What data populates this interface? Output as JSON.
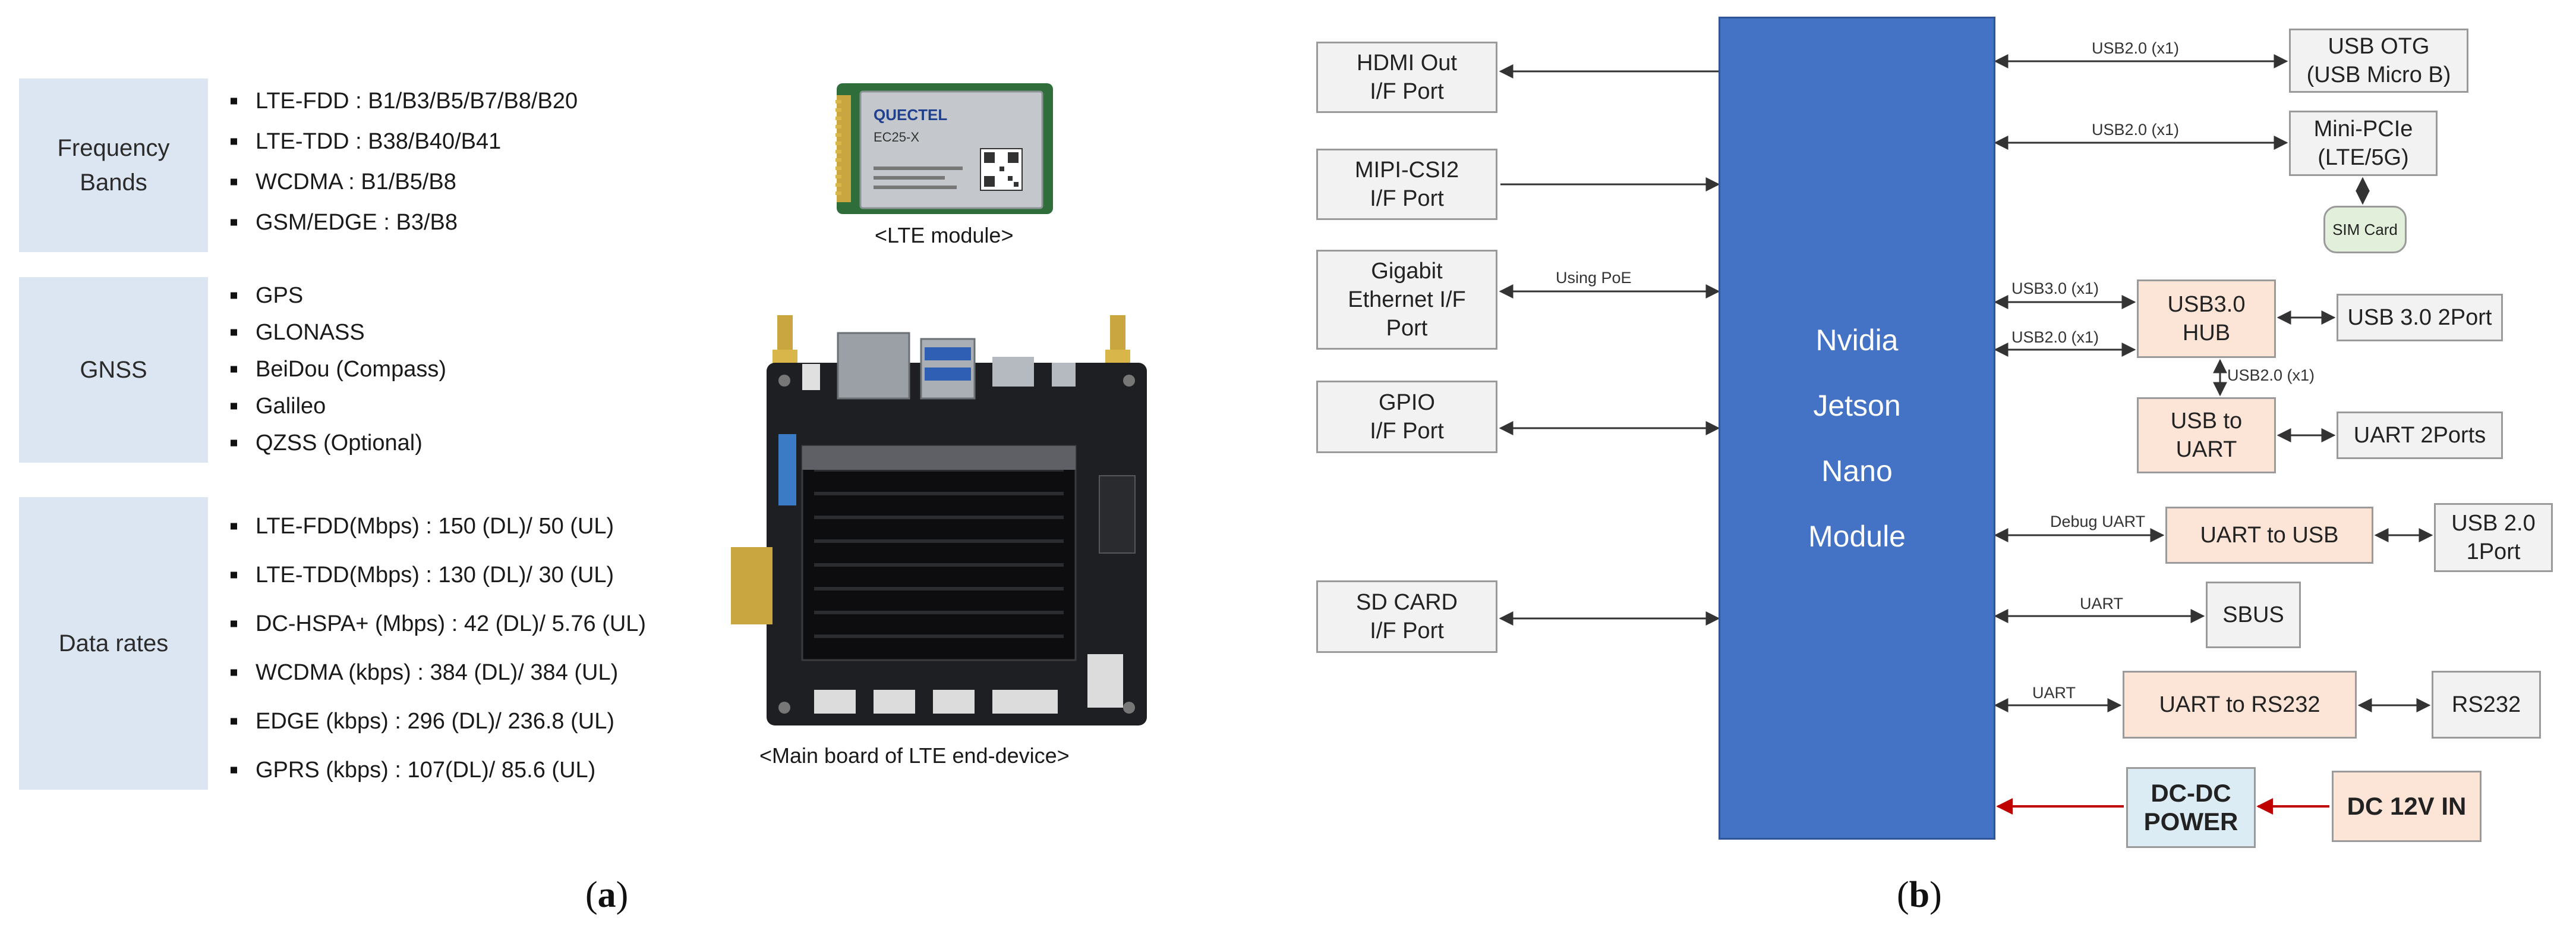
{
  "panel_a": {
    "label": "a",
    "categories": [
      {
        "name": "Frequency\nBands",
        "items": [
          "LTE-FDD : B1/B3/B5/B7/B8/B20",
          "LTE-TDD : B38/B40/B41",
          "WCDMA : B1/B5/B8",
          "GSM/EDGE : B3/B8"
        ]
      },
      {
        "name": "GNSS",
        "items": [
          "GPS",
          "GLONASS",
          "BeiDou (Compass)",
          "Galileo",
          "QZSS (Optional)"
        ]
      },
      {
        "name": "Data rates",
        "items": [
          "LTE-FDD(Mbps) : 150 (DL)/ 50 (UL)",
          "LTE-TDD(Mbps) : 130 (DL)/ 30 (UL)",
          "DC-HSPA+ (Mbps) : 42 (DL)/ 5.76 (UL)",
          "WCDMA (kbps) : 384 (DL)/ 384 (UL)",
          "EDGE (kbps) : 296 (DL)/ 236.8 (UL)",
          "GPRS (kbps) : 107(DL)/ 85.6 (UL)"
        ]
      }
    ],
    "lte_module": {
      "caption": "<LTE module>",
      "chip_brand": "QUECTEL",
      "chip_model": "EC25-X"
    },
    "main_board": {
      "caption": "<Main board of LTE end-device>"
    }
  },
  "panel_b": {
    "label": "b",
    "core": [
      "Nvidia",
      "Jetson",
      "Nano",
      "Module"
    ],
    "left_blocks": {
      "hdmi": "HDMI Out\nI/F Port",
      "mipi": "MIPI-CSI2\nI/F Port",
      "gbe": "Gigabit\nEthernet I/F\nPort",
      "gpio": "GPIO\nI/F Port",
      "sd": "SD CARD\nI/F Port"
    },
    "right_blocks": {
      "usb_otg": "USB OTG\n(USB Micro B)",
      "minipcie": "Mini-PCIe\n(LTE/5G)",
      "sim": "SIM Card",
      "usb3hub": "USB3.0\nHUB",
      "usb3port": "USB 3.0 2Port",
      "usb2uart": "USB to\nUART",
      "uart2ports": "UART 2Ports",
      "uart2usb": "UART to USB",
      "usb20port": "USB 2.0\n1Port",
      "sbus": "SBUS",
      "uart2rs232": "UART to RS232",
      "rs232": "RS232",
      "dcdc": "DC-DC\nPOWER",
      "dc12v": "DC 12V IN"
    },
    "link_labels": {
      "otg": "USB2.0 (x1)",
      "pcie": "USB2.0 (x1)",
      "poe": "Using PoE",
      "usb30": "USB3.0 (x1)",
      "usb20": "USB2.0 (x1)",
      "hub_uart": "USB2.0 (x1)",
      "debug": "Debug UART",
      "sbus": "UART",
      "rs232": "UART"
    },
    "colors": {
      "core": "#4472c4",
      "peach": "#fce4d6",
      "gray": "#f2f2f2",
      "power_arrow": "#c00000"
    }
  }
}
